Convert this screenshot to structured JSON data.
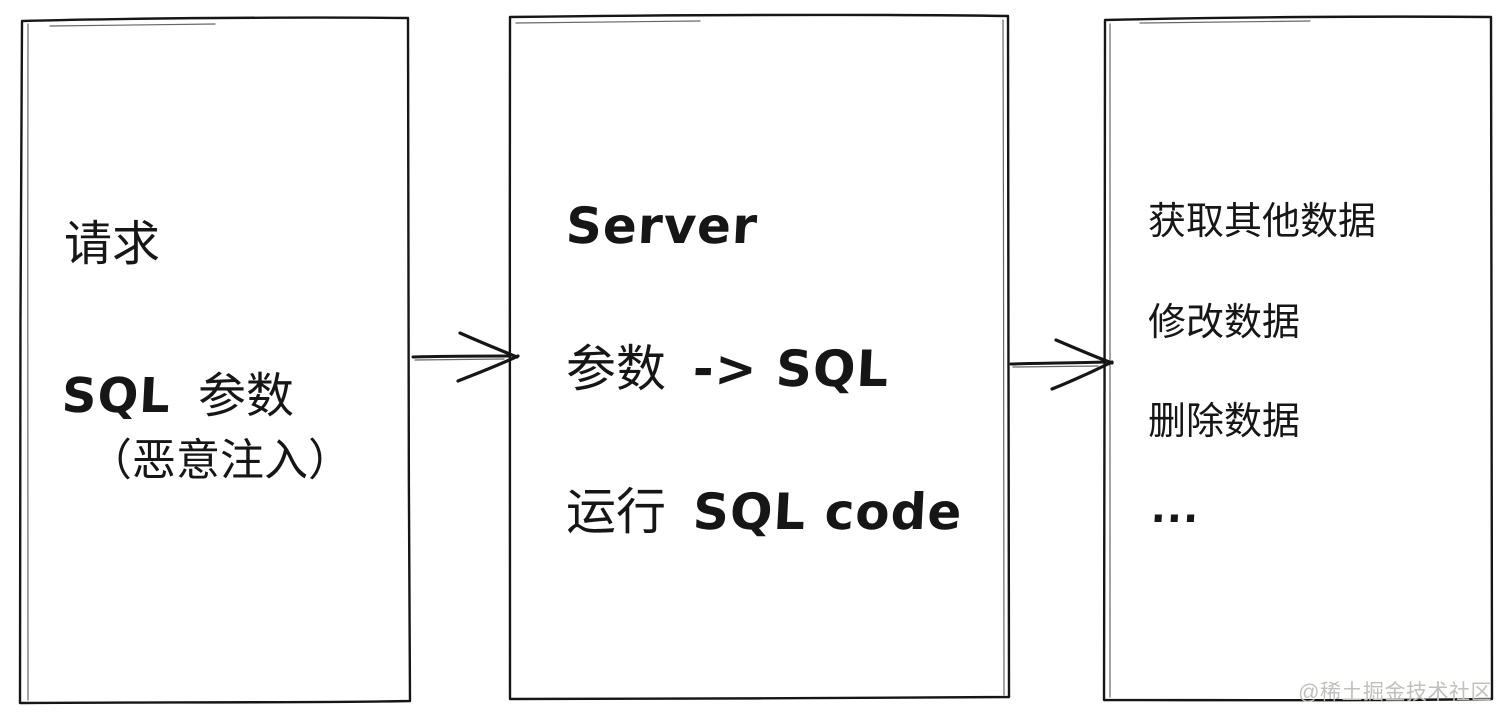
{
  "page": {
    "background_color": "#ffffff",
    "ink_color": "#161616",
    "watermark": {
      "text": "@稀土掘金技术社区",
      "color": "#c3bfbb"
    }
  },
  "diagram": {
    "boxes": [
      {
        "id": "request-box",
        "lines": [
          {
            "segments": [
              {
                "text": "请求",
                "script": "cjk"
              }
            ]
          },
          {
            "segments": [
              {
                "text": "SQL",
                "script": "latin-handwritten"
              },
              {
                "text": "参数",
                "script": "cjk"
              }
            ]
          },
          {
            "segments": [
              {
                "text": "（恶意注入）",
                "script": "cjk"
              }
            ]
          }
        ]
      },
      {
        "id": "server-box",
        "lines": [
          {
            "segments": [
              {
                "text": "Server",
                "script": "latin-handwritten"
              }
            ]
          },
          {
            "segments": [
              {
                "text": "参数",
                "script": "cjk"
              },
              {
                "text": "-> SQL",
                "script": "latin-handwritten"
              }
            ]
          },
          {
            "segments": [
              {
                "text": "运行",
                "script": "cjk"
              },
              {
                "text": "SQL code",
                "script": "latin-handwritten"
              }
            ]
          }
        ]
      },
      {
        "id": "outcomes-box",
        "lines": [
          {
            "segments": [
              {
                "text": "获取其他数据",
                "script": "cjk"
              }
            ]
          },
          {
            "segments": [
              {
                "text": "修改数据",
                "script": "cjk"
              }
            ]
          },
          {
            "segments": [
              {
                "text": "删除数据",
                "script": "cjk"
              }
            ]
          },
          {
            "segments": [
              {
                "text": "...",
                "script": "latin-handwritten"
              }
            ]
          }
        ]
      }
    ],
    "arrows": [
      {
        "from": "request-box",
        "to": "server-box",
        "direction": "right"
      },
      {
        "from": "server-box",
        "to": "outcomes-box",
        "direction": "right"
      }
    ]
  }
}
